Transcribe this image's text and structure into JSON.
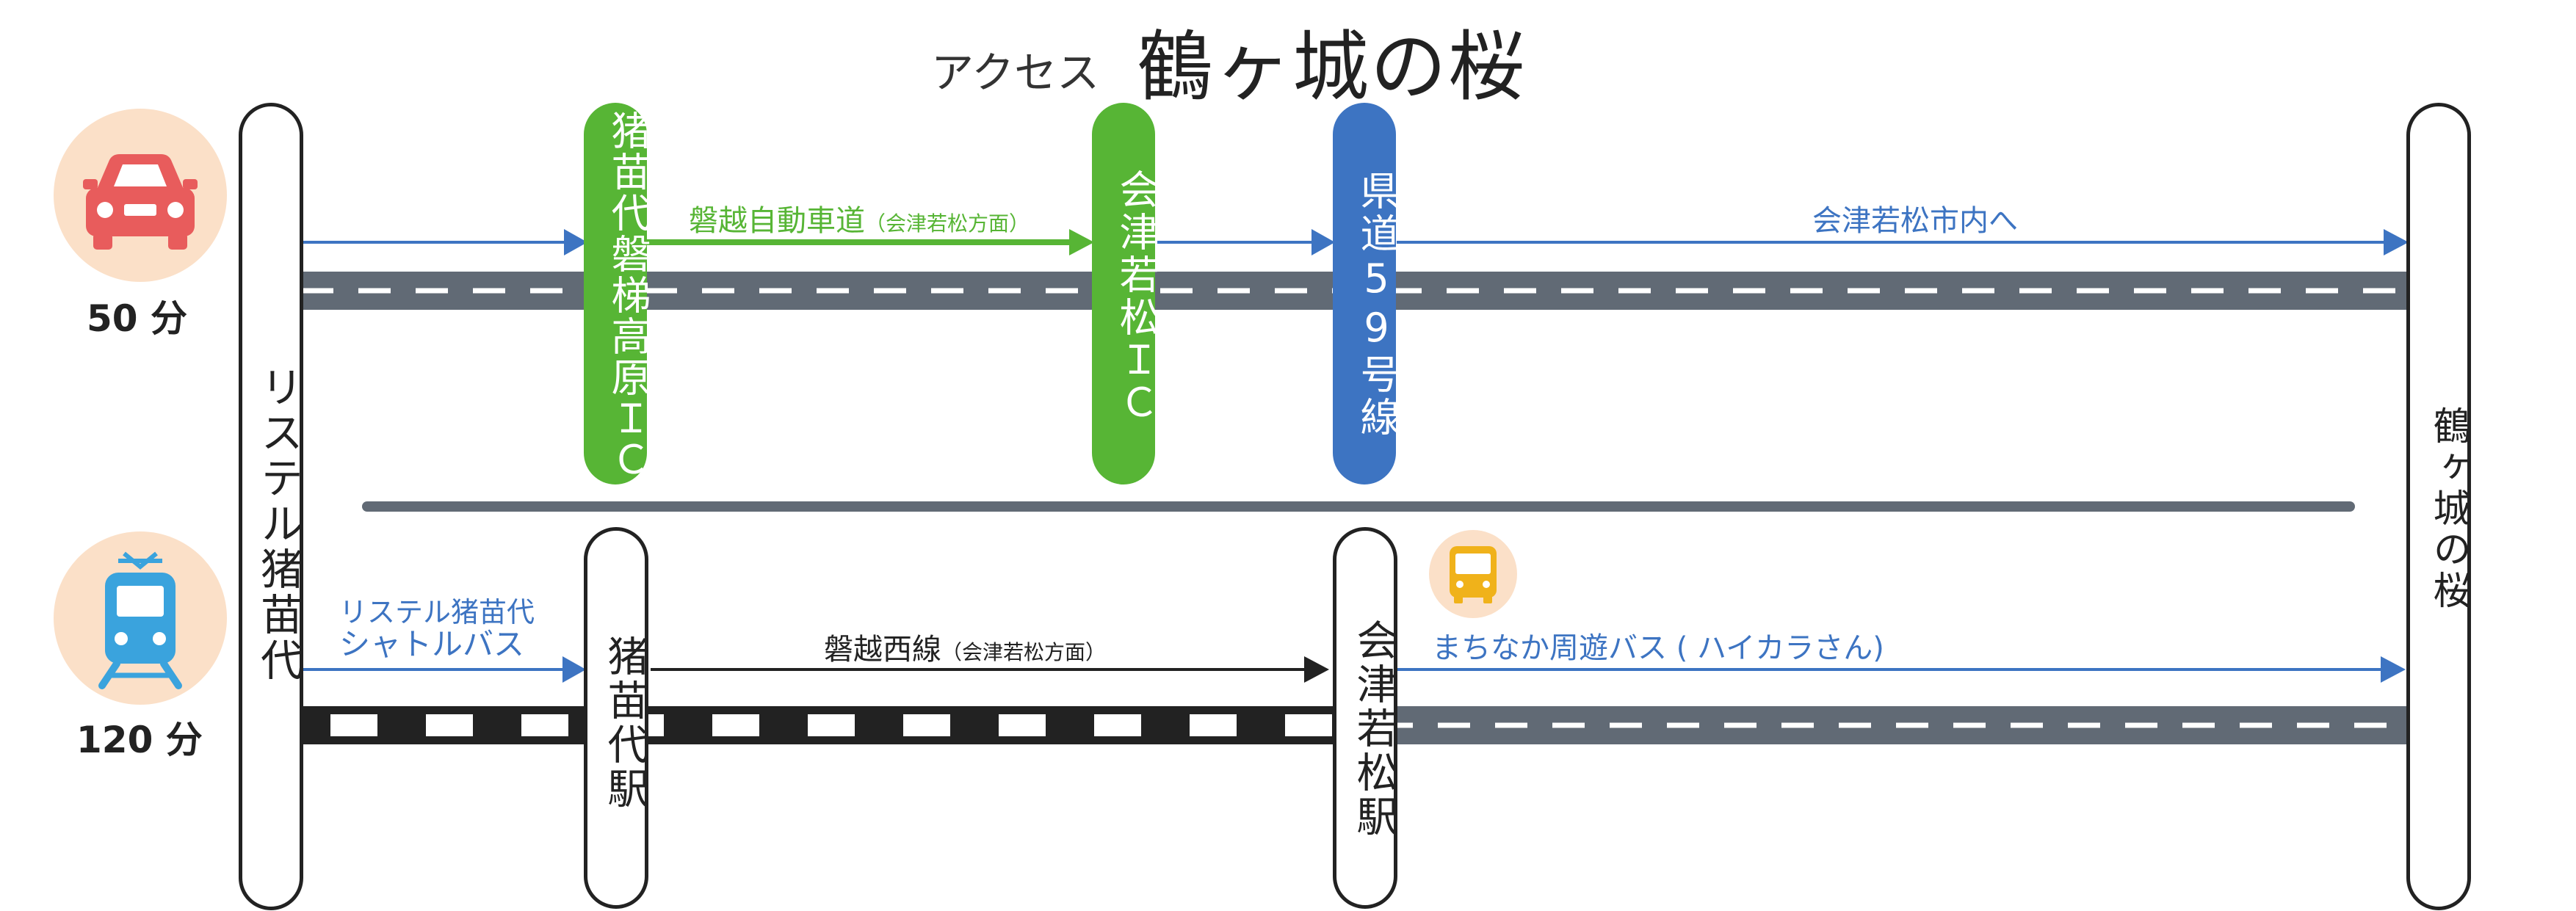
{
  "title": {
    "sub": "アクセス",
    "main": "鶴ヶ城の桜"
  },
  "colors": {
    "green": "#57b535",
    "blue": "#3d74c2",
    "road": "#616a75",
    "rail": "#222222",
    "car": "#e85c5c",
    "train": "#3aa3dd",
    "bus": "#f0b21a",
    "peach": "#fbe0c8"
  },
  "modes": {
    "car": {
      "icon": "car-icon",
      "time": "50 分"
    },
    "train": {
      "icon": "train-icon",
      "time": "120 分"
    }
  },
  "origin": "リステル猪苗代",
  "destination": "鶴ヶ城の桜",
  "car_route": {
    "ic1": "猪苗代磐梯高原ＩＣ",
    "highway": "磐越自動車道",
    "highway_dir": "（会津若松方面）",
    "ic2": "会津若松ＩＣ",
    "prefectural_road": "県道59号線",
    "city": "会津若松市内へ"
  },
  "train_route": {
    "shuttle_line1": "リステル猪苗代",
    "shuttle_line2": "シャトルバス",
    "station1": "猪苗代駅",
    "line": "磐越西線",
    "line_dir": "（会津若松方面）",
    "station2": "会津若松駅",
    "bus_icon": "bus-icon",
    "bus": "まちなか周遊バス ( ハイカラさん)"
  }
}
